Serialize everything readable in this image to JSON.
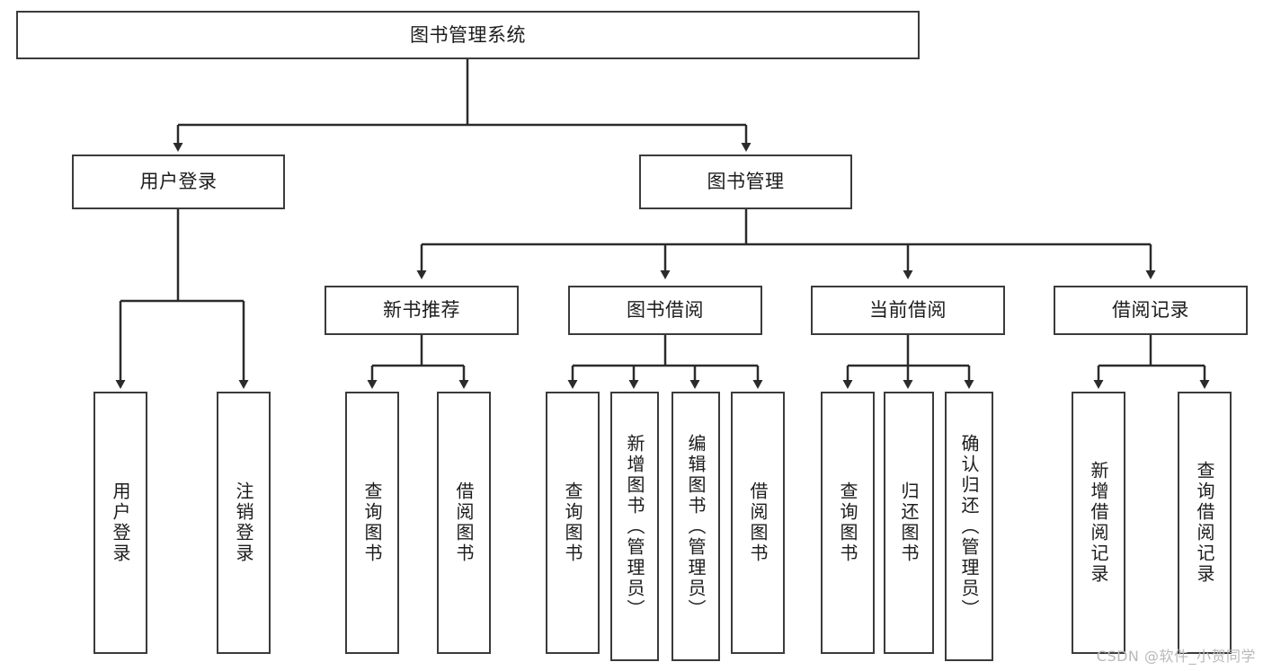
{
  "diagram": {
    "title": "图书管理系统",
    "type": "tree-hierarchy",
    "watermark": "CSDN @软件_小贺同学",
    "colors": {
      "box_border": "#3b3b3b",
      "box_fill": "#ffffff",
      "connector": "#2b2b2b",
      "text": "#1c1c1c",
      "watermark": "#b9b9b9",
      "background": "#ffffff"
    },
    "nodes": {
      "root": {
        "label": "图书管理系统"
      },
      "level2": [
        {
          "id": "user-login",
          "label": "用户登录"
        },
        {
          "id": "book-manage",
          "label": "图书管理"
        }
      ],
      "level3": [
        {
          "id": "new-book-rec",
          "label": "新书推荐"
        },
        {
          "id": "book-borrow",
          "label": "图书借阅"
        },
        {
          "id": "current-borrow",
          "label": "当前借阅"
        },
        {
          "id": "borrow-record",
          "label": "借阅记录"
        }
      ],
      "leaves": {
        "user-login": [
          {
            "id": "leaf-user-login",
            "label": "用户登录"
          },
          {
            "id": "leaf-user-logout",
            "label": "注销登录"
          }
        ],
        "new-book-rec": [
          {
            "id": "leaf-query-book-1",
            "label": "查询图书"
          },
          {
            "id": "leaf-borrow-book-1",
            "label": "借阅图书"
          }
        ],
        "book-borrow": [
          {
            "id": "leaf-query-book-2",
            "label": "查询图书"
          },
          {
            "id": "leaf-add-book",
            "label": "新增图书（管理员）"
          },
          {
            "id": "leaf-edit-book",
            "label": "编辑图书（管理员）"
          },
          {
            "id": "leaf-borrow-book-2",
            "label": "借阅图书"
          }
        ],
        "current-borrow": [
          {
            "id": "leaf-query-book-3",
            "label": "查询图书"
          },
          {
            "id": "leaf-return-book",
            "label": "归还图书"
          },
          {
            "id": "leaf-confirm-return",
            "label": "确认归还（管理员）"
          }
        ],
        "borrow-record": [
          {
            "id": "leaf-add-record",
            "label": "新增借阅记录"
          },
          {
            "id": "leaf-query-record",
            "label": "查询借阅记录"
          }
        ]
      }
    }
  }
}
